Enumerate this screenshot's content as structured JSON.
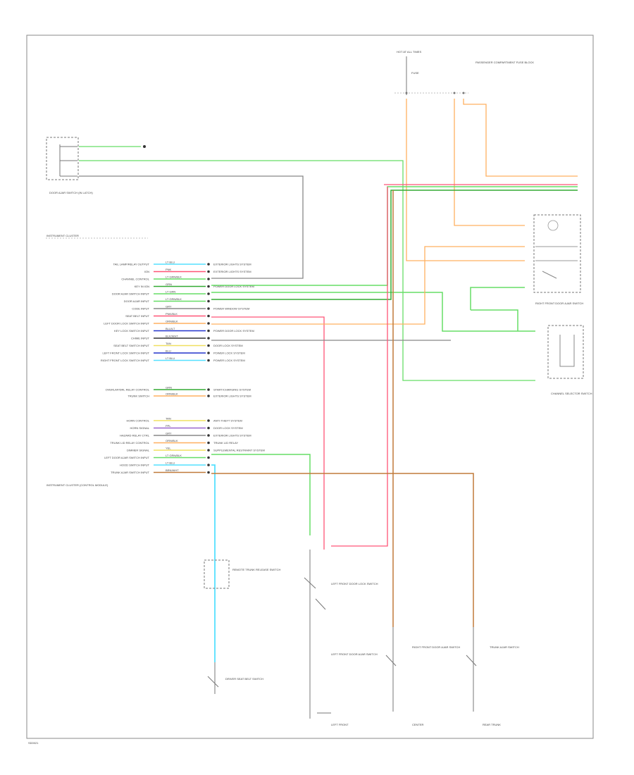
{
  "diagram": {
    "footer_code": "SD0021",
    "colors": {
      "lt_green": "#66dd66",
      "green": "#33aa33",
      "orange": "#ffb060",
      "pink": "#ff5577",
      "blue": "#2233cc",
      "lt_blue": "#55e0ff",
      "brown": "#c07a3a",
      "gray": "#888888",
      "yellow": "#f0e060",
      "purple": "#9966cc",
      "black": "#333333"
    },
    "labels": {
      "hot_at_all_times": "HOT AT ALL TIMES",
      "fuse_name": "FUSE",
      "pdc_title": "PASSENGER COMPARTMENT FUSE BLOCK",
      "door_ajar_sw": "DOOR AJAR SWITCH (IN LATCH)",
      "ic_left_header": "INSTRUMENT CLUSTER",
      "module_title": "INSTRUMENT CLUSTER (CONTROL MODULE)",
      "remote_trunk_release_sw": "REMOTE TRUNK RELEASE SWITCH",
      "chime_sw": "CHANNEL SELECTOR SWITCH",
      "right_front_door_ajar": "RIGHT FRONT DOOR AJAR SWITCH",
      "left_front_door_ajar": "LEFT FRONT DOOR AJAR SWITCH",
      "left_door_lock": "LEFT FRONT DOOR LOCK SWITCH",
      "seat_belt_sw": "DRIVER SEAT BELT SWITCH",
      "trunk_sw": "TRUNK AJAR SWITCH",
      "g_left_front": "LEFT FRONT",
      "g_center": "CENTER",
      "g_rear": "REAR TRUNK"
    },
    "pins_block1": [
      {
        "func": "TAIL LAMP/RELAY OUTPUT",
        "wire": "LT BLU",
        "dest": "EXTERIOR LIGHTS SYSTEM"
      },
      {
        "func": "IGN",
        "wire": "PNK",
        "dest": "EXTERIOR LIGHTS SYSTEM"
      },
      {
        "func": "CHANNEL CONTROL",
        "wire": "LT GRN/BLK",
        "dest": ""
      },
      {
        "func": "KEY IN IGN",
        "wire": "GRN",
        "dest": "POWER DOOR LOCK SYSTEM"
      },
      {
        "func": "DOOR AJAR SWITCH INPUT",
        "wire": "LT GRN",
        "dest": ""
      },
      {
        "func": "DOOR AJAR INPUT",
        "wire": "LT GRN/BLK",
        "dest": ""
      },
      {
        "func": "CODE INPUT",
        "wire": "GRY",
        "dest": "POWER WINDOW SYSTEM"
      },
      {
        "func": "SEAT BELT INPUT",
        "wire": "PNK/BLK",
        "dest": ""
      },
      {
        "func": "LEFT DOOR LOCK SWITCH INPUT",
        "wire": "ORN/BLK",
        "dest": ""
      },
      {
        "func": "KEY LOCK SWITCH INPUT",
        "wire": "BLU/LT",
        "dest": "POWER DOOR LOCK SYSTEM"
      },
      {
        "func": "CHIME INPUT",
        "wire": "BLK/WHT",
        "dest": ""
      },
      {
        "func": "SEAT BELT SWITCH INPUT",
        "wire": "TAN",
        "dest": "DOOR LOCK SYSTEM"
      },
      {
        "func": "LEFT FRONT LOCK SWITCH INPUT",
        "wire": "BLU",
        "dest": "POWER LOCK SYSTEM"
      },
      {
        "func": "RIGHT FRONT LOCK SWITCH INPUT",
        "wire": "LT BLU",
        "dest": "POWER LOCK SYSTEM"
      }
    ],
    "pins_block2": [
      {
        "func": "OVERLAP/DRL RELAY CONTROL",
        "wire": "GRN",
        "dest": "START/CHARGING SYSTEM"
      },
      {
        "func": "TRUNK SWITCH",
        "wire": "ORN/BLK",
        "dest": "EXTERIOR LIGHTS SYSTEM"
      }
    ],
    "pins_block3": [
      {
        "func": "HORN CONTROL",
        "wire": "TAN",
        "dest": "ANTI-THEFT SYSTEM"
      },
      {
        "func": "HORN SIGNAL",
        "wire": "PPL",
        "dest": "DOOR LOCK SYSTEM"
      },
      {
        "func": "HAZARD RELAY CTRL",
        "wire": "GRY",
        "dest": "EXTERIOR LIGHTS SYSTEM"
      },
      {
        "func": "TRUNK LID RELAY CONTROL",
        "wire": "ORN/BLK",
        "dest": "TRUNK LID RELAY"
      },
      {
        "func": "DIMMER SIGNAL",
        "wire": "YEL",
        "dest": "SUPPLEMENTAL RESTRAINT SYSTEM"
      },
      {
        "func": "LEFT DOOR AJAR SWITCH INPUT",
        "wire": "LT GRN/BLK",
        "dest": ""
      },
      {
        "func": "HOOD SWITCH INPUT",
        "wire": "LT BLU",
        "dest": ""
      },
      {
        "func": "TRUNK AJAR SWITCH INPUT",
        "wire": "BRN/WHT",
        "dest": ""
      }
    ]
  }
}
